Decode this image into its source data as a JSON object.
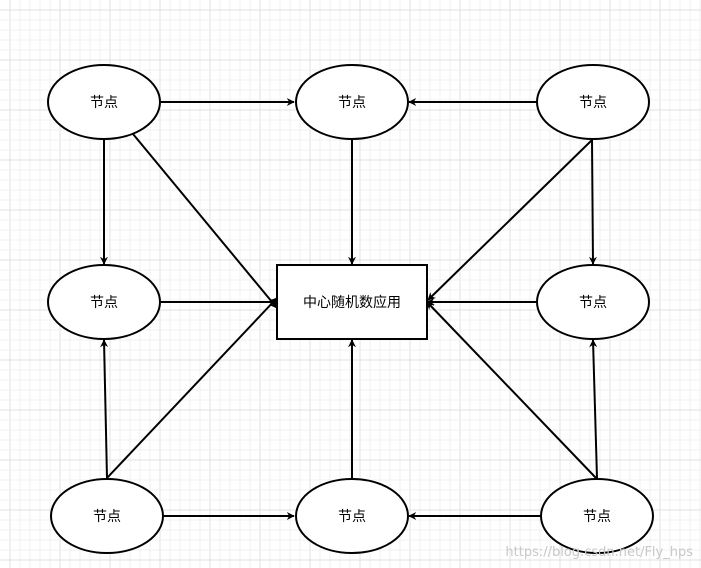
{
  "diagram": {
    "nodes": [
      {
        "id": "n-top-left",
        "label": "节点"
      },
      {
        "id": "n-top-mid",
        "label": "节点"
      },
      {
        "id": "n-top-right",
        "label": "节点"
      },
      {
        "id": "n-mid-left",
        "label": "节点"
      },
      {
        "id": "n-mid-right",
        "label": "节点"
      },
      {
        "id": "n-bot-left",
        "label": "节点"
      },
      {
        "id": "n-bot-mid",
        "label": "节点"
      },
      {
        "id": "n-bot-right",
        "label": "节点"
      }
    ],
    "center": {
      "id": "center",
      "label": "中心随机数应用"
    },
    "edges": [
      {
        "from": "n-top-left",
        "to": "n-top-mid"
      },
      {
        "from": "n-top-right",
        "to": "n-top-mid"
      },
      {
        "from": "n-top-left",
        "to": "n-mid-left"
      },
      {
        "from": "n-top-left",
        "to": "center"
      },
      {
        "from": "n-top-mid",
        "to": "center"
      },
      {
        "from": "n-top-right",
        "to": "center"
      },
      {
        "from": "n-top-right",
        "to": "n-mid-right"
      },
      {
        "from": "n-mid-left",
        "to": "center"
      },
      {
        "from": "n-mid-right",
        "to": "center"
      },
      {
        "from": "n-bot-left",
        "to": "n-mid-left"
      },
      {
        "from": "n-bot-left",
        "to": "center"
      },
      {
        "from": "n-bot-mid",
        "to": "center"
      },
      {
        "from": "n-bot-right",
        "to": "center"
      },
      {
        "from": "n-bot-right",
        "to": "n-mid-right"
      },
      {
        "from": "n-bot-left",
        "to": "n-bot-mid"
      },
      {
        "from": "n-bot-right",
        "to": "n-bot-mid"
      }
    ]
  },
  "watermark": "https://blog.csdn.net/Fly_hps",
  "colors": {
    "stroke": "#000000",
    "grid_minor": "#f0f0f0",
    "grid_major": "#e0e0e0",
    "background": "#ffffff"
  }
}
